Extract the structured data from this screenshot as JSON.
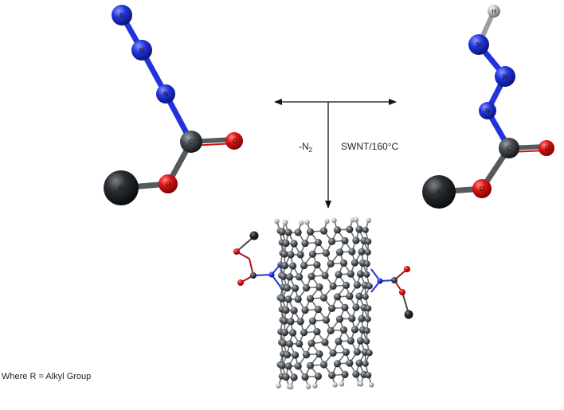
{
  "reaction": {
    "condition_left": "-N",
    "condition_left_sub": "2",
    "condition_right": "SWNT/160°C",
    "footnote": "Where R = Alkyl Group"
  },
  "atom_labels": {
    "nitrogen": "N",
    "carbon": "C",
    "oxygen": "O",
    "r_group": "R",
    "hydrogen": "H"
  },
  "colors": {
    "nitrogen": "#2233dd",
    "oxygen": "#dd1111",
    "carbon": "#444a4e",
    "r_group": "#2b2f33",
    "hydrogen": "#b8bcbf",
    "bond": "#666666",
    "arrow": "#111111"
  },
  "icons": {
    "double_arrow": "double-headed-arrow-icon",
    "down_arrow": "down-arrow-icon"
  }
}
